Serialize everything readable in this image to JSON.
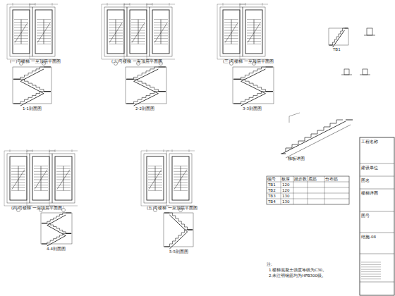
{
  "diagram": {
    "labels": [
      "(一)号楼梯 一至顶层平面图",
      "1-1剖面图",
      "(二)号楼梯 一至顶层平面图",
      "2-2剖面图",
      "(三)号楼梯 一至顶层平面图",
      "3-3剖面图",
      "(四)号楼梯 一至顶层平面图",
      "4-4剖面图",
      "(五)号楼梯 一至顶层平面图",
      "5-5剖面图",
      "梯板详图",
      "TB1",
      "编号",
      "板厚",
      "踏步数",
      "底筋",
      "分布筋",
      "TB1",
      "120",
      "TB2",
      "120",
      "TB3",
      "130",
      "TB4",
      "130",
      "注:",
      "1.楼梯混凝土强度等级为C30。",
      "2.未注明钢筋均为HPB300级。",
      "工程名称",
      "建设单位",
      "图名",
      "楼梯详图",
      "图号",
      "结施-08"
    ]
  }
}
